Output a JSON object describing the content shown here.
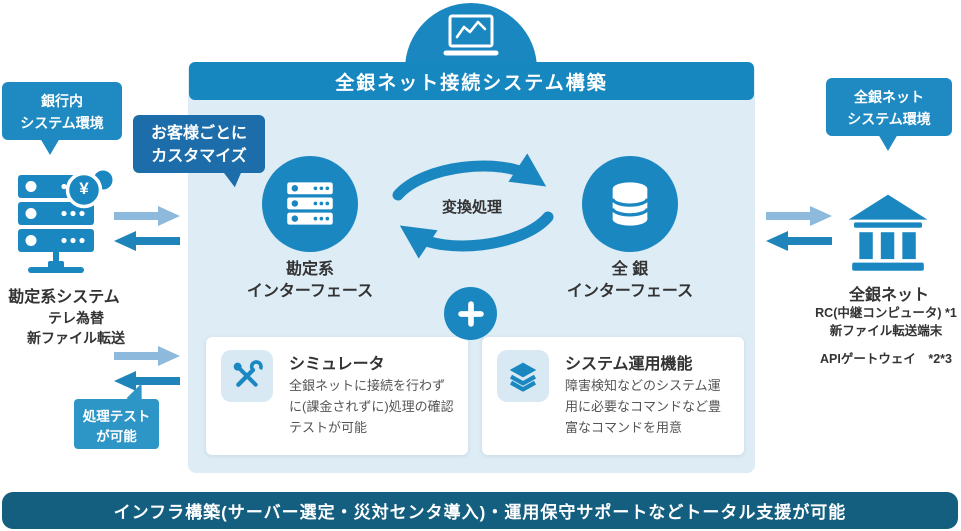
{
  "colors": {
    "primary": "#1b87c1",
    "header": "#1787c0",
    "callout": "#1c6da9",
    "panel_bg": "#ddecf5",
    "arrow_light": "#8db9dc",
    "arrow_dark": "#1e84ba",
    "test_box": "#2e96c6",
    "footer_bar": "#145e7f",
    "card_tile": "#d8e9f3"
  },
  "header": {
    "title": "全銀ネット接続システム構築"
  },
  "left_env": {
    "bubble_line1": "銀行内",
    "bubble_line2": "システム環境",
    "yen_badge": "¥",
    "system_label": "勘定系システム",
    "sub_line1": "テレ為替",
    "sub_line2": "新ファイル転送",
    "test_note_line1": "処理テスト",
    "test_note_line2": "が可能"
  },
  "callout": {
    "line1": "お客様ごとに",
    "line2": "カスタマイズ"
  },
  "panel": {
    "left_interface_line1": "勘定系",
    "left_interface_line2": "インターフェース",
    "conversion_label": "変換処理",
    "right_interface_line1": "全 銀",
    "right_interface_line2": "インターフェース",
    "cards": [
      {
        "title": "シミュレータ",
        "body": "全銀ネットに接続を行わずに(課金されずに)処理の確認テストが可能"
      },
      {
        "title": "システム運用機能",
        "body": "障害検知などのシステム運用に必要なコマンドなど豊富なコマンドを用意"
      }
    ]
  },
  "right_env": {
    "bubble_line1": "全銀ネット",
    "bubble_line2": "システム環境",
    "label": "全銀ネット",
    "note_line1": "RC(中継コンピュータ) *1",
    "note_line2": "新ファイル転送端末",
    "note_line3": "APIゲートウェイ　*2*3"
  },
  "footer": {
    "text": "インフラ構築(サーバー選定・災対センタ導入)・運用保守サポートなどトータル支援が可能"
  }
}
